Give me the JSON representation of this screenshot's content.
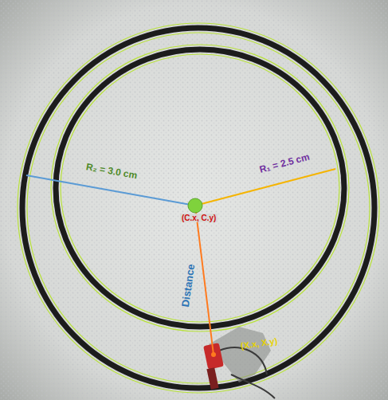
{
  "diagram": {
    "labels": [
      "R₂ = 3.0 cm",
      "R₁ = 2.5 cm",
      "(C.x, C.y)",
      "Distance",
      "(X.x, X.y)"
    ]
  }
}
